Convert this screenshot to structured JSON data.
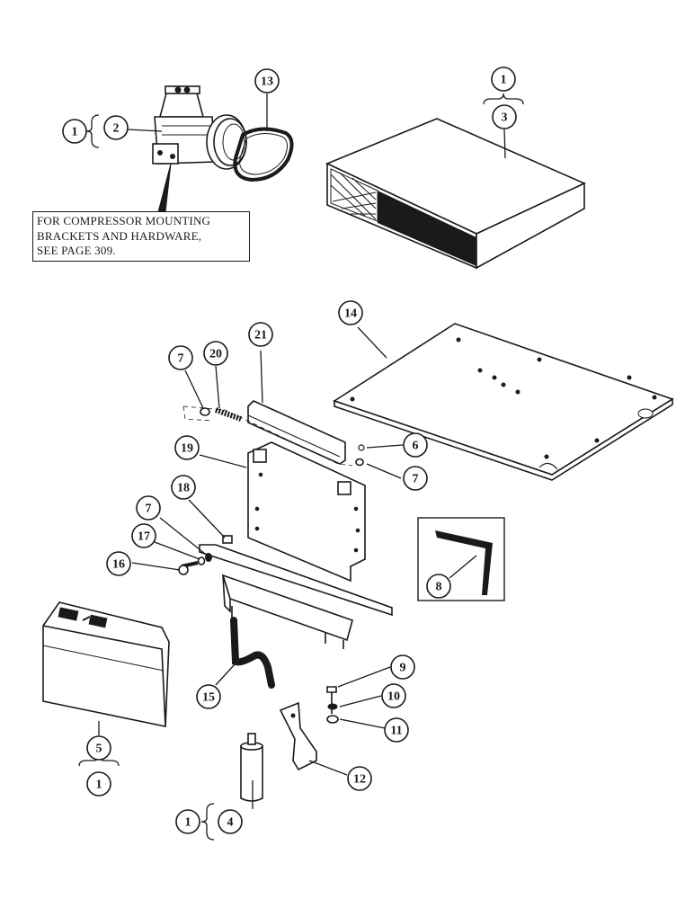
{
  "note": {
    "lines": [
      "FOR COMPRESSOR MOUNTING",
      "BRACKETS AND HARDWARE,",
      "SEE PAGE 309."
    ]
  },
  "callouts": [
    {
      "key": "c1a",
      "label": "1"
    },
    {
      "key": "c2",
      "label": "2"
    },
    {
      "key": "c13",
      "label": "13"
    },
    {
      "key": "c1b",
      "label": "1"
    },
    {
      "key": "c3",
      "label": "3"
    },
    {
      "key": "c14",
      "label": "14"
    },
    {
      "key": "c21",
      "label": "21"
    },
    {
      "key": "c7a",
      "label": "7"
    },
    {
      "key": "c20",
      "label": "20"
    },
    {
      "key": "c19",
      "label": "19"
    },
    {
      "key": "c6",
      "label": "6"
    },
    {
      "key": "c7b",
      "label": "7"
    },
    {
      "key": "c7c",
      "label": "7"
    },
    {
      "key": "c18",
      "label": "18"
    },
    {
      "key": "c17",
      "label": "17"
    },
    {
      "key": "c16",
      "label": "16"
    },
    {
      "key": "c8",
      "label": "8"
    },
    {
      "key": "c9",
      "label": "9"
    },
    {
      "key": "c10",
      "label": "10"
    },
    {
      "key": "c11",
      "label": "11"
    },
    {
      "key": "c15",
      "label": "15"
    },
    {
      "key": "c5",
      "label": "5"
    },
    {
      "key": "c1c",
      "label": "1"
    },
    {
      "key": "c12",
      "label": "12"
    },
    {
      "key": "c1d",
      "label": "1"
    },
    {
      "key": "c4",
      "label": "4"
    }
  ]
}
